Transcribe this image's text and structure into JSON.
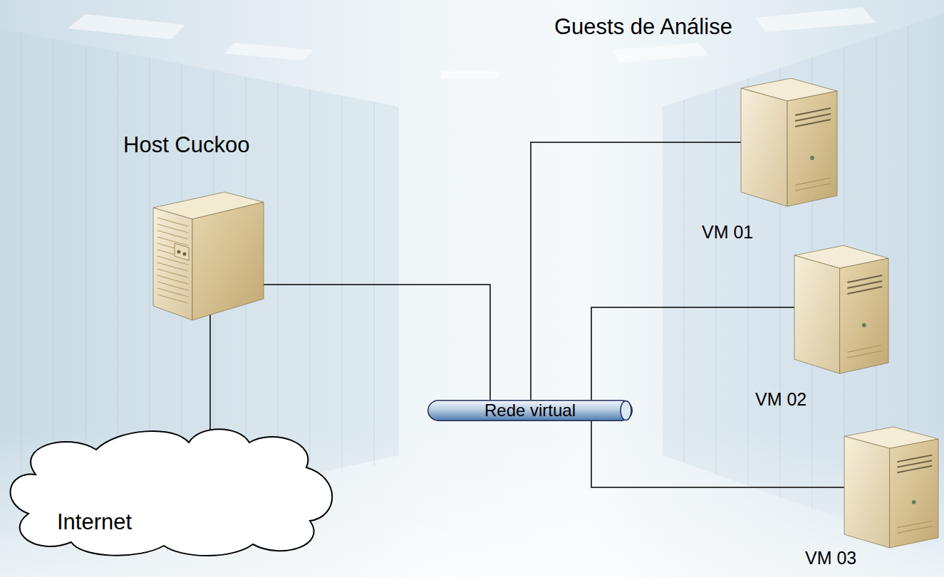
{
  "diagram": {
    "nodes": [
      {
        "text": [
          "Host Cuckoo"
        ]
      },
      {
        "text": [
          "Internet"
        ]
      },
      {
        "text": [
          "Rede virtual"
        ]
      },
      {
        "text": [
          "VM 01"
        ]
      },
      {
        "text": [
          "VM 02"
        ]
      },
      {
        "text": [
          "VM 03"
        ]
      }
    ],
    "edges": [
      {
        "from": 0,
        "to": 1,
        "arrow": "none"
      },
      {
        "from": 0,
        "to": 2,
        "arrow": "none"
      },
      {
        "from": 2,
        "to": 3,
        "arrow": "none"
      },
      {
        "from": 2,
        "to": 4,
        "arrow": "none"
      },
      {
        "from": 2,
        "to": 5,
        "arrow": "none"
      }
    ],
    "labels": [
      "Guests de Análise"
    ]
  }
}
